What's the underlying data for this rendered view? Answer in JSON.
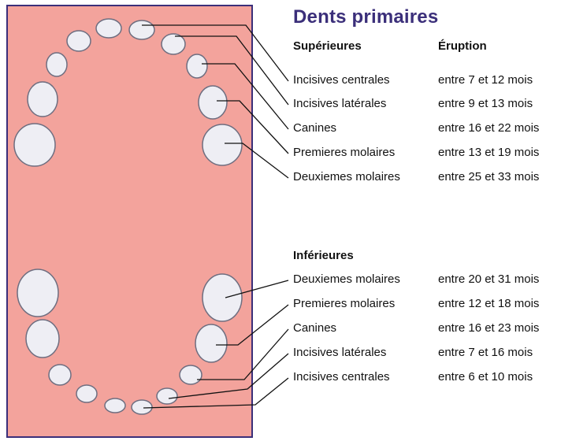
{
  "title": "Dents primaires",
  "upper": {
    "header": "Supérieures",
    "eruption_header": "Éruption",
    "rows": [
      {
        "name": "Incisives centrales",
        "eruption": "entre 7 et 12 mois"
      },
      {
        "name": "Incisives latérales",
        "eruption": "entre 9 et 13 mois"
      },
      {
        "name": "Canines",
        "eruption": "entre 16 et 22 mois"
      },
      {
        "name": "Premieres molaires",
        "eruption": "entre 13 et 19 mois"
      },
      {
        "name": "Deuxiemes molaires",
        "eruption": "entre 25 et 33 mois"
      }
    ]
  },
  "lower": {
    "header": "Inférieures",
    "rows": [
      {
        "name": "Deuxiemes molaires",
        "eruption": "entre 20 et 31 mois"
      },
      {
        "name": "Premieres molaires",
        "eruption": "entre 12 et 18 mois"
      },
      {
        "name": "Canines",
        "eruption": "entre 16 et 23 mois"
      },
      {
        "name": "Incisives latérales",
        "eruption": "entre 7 et 16 mois"
      },
      {
        "name": "Incisives centrales",
        "eruption": "entre 6 et 10 mois"
      }
    ]
  },
  "colors": {
    "gum": "#f3a39c",
    "border": "#3b2f7a",
    "title": "#3b2f7a",
    "tooth": "#eeeef4"
  }
}
